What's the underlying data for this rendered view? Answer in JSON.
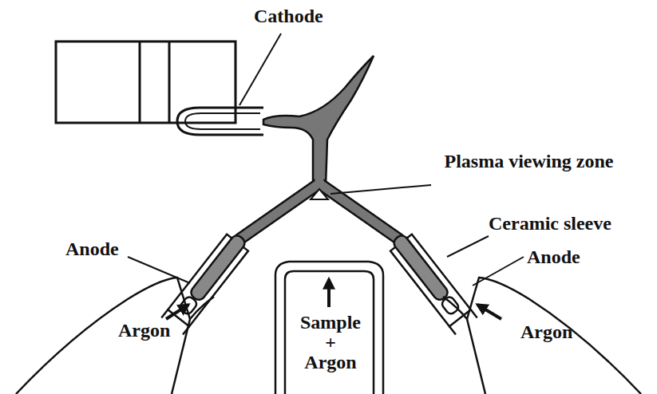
{
  "diagram": {
    "labels": [
      "Cathode",
      "Plasma viewing zone",
      "Ceramic sleeve",
      "Anode",
      "Anode",
      "Argon",
      "Argon",
      "Sample + Argon"
    ]
  }
}
